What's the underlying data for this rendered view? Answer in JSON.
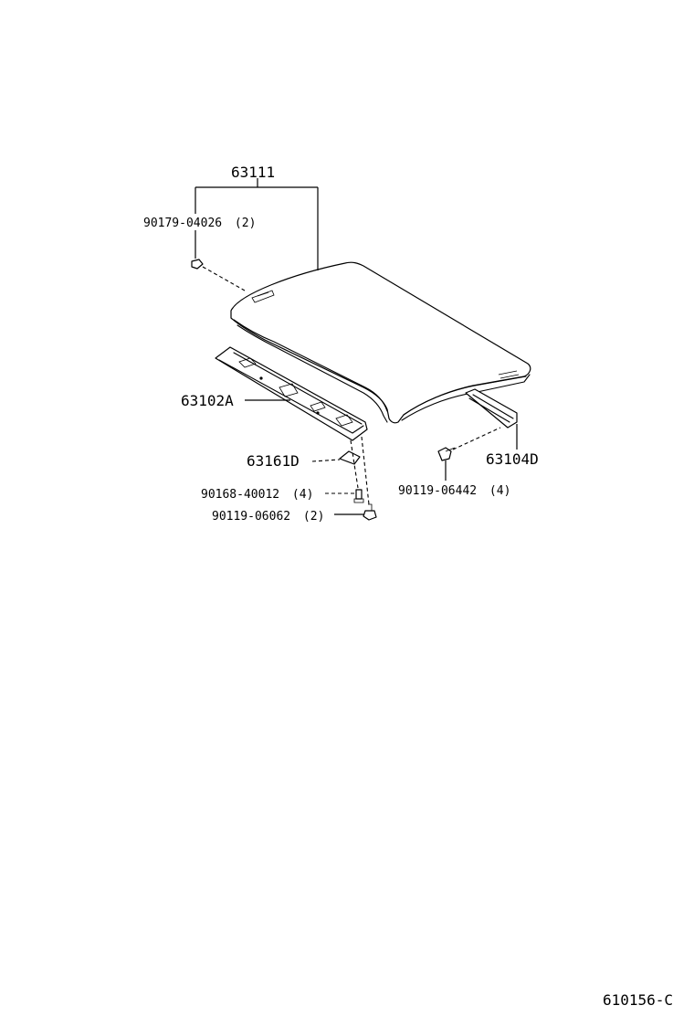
{
  "diagram": {
    "reference_code": "610156-C",
    "parts": [
      {
        "part_no": "63111",
        "qty": ""
      },
      {
        "part_no": "90179-04026",
        "qty": "(2)"
      },
      {
        "part_no": "63102A",
        "qty": ""
      },
      {
        "part_no": "63161D",
        "qty": ""
      },
      {
        "part_no": "90168-40012",
        "qty": "(4)"
      },
      {
        "part_no": "90119-06062",
        "qty": "(2)"
      },
      {
        "part_no": "90119-06442",
        "qty": "(4)"
      },
      {
        "part_no": "63104D",
        "qty": ""
      }
    ]
  }
}
